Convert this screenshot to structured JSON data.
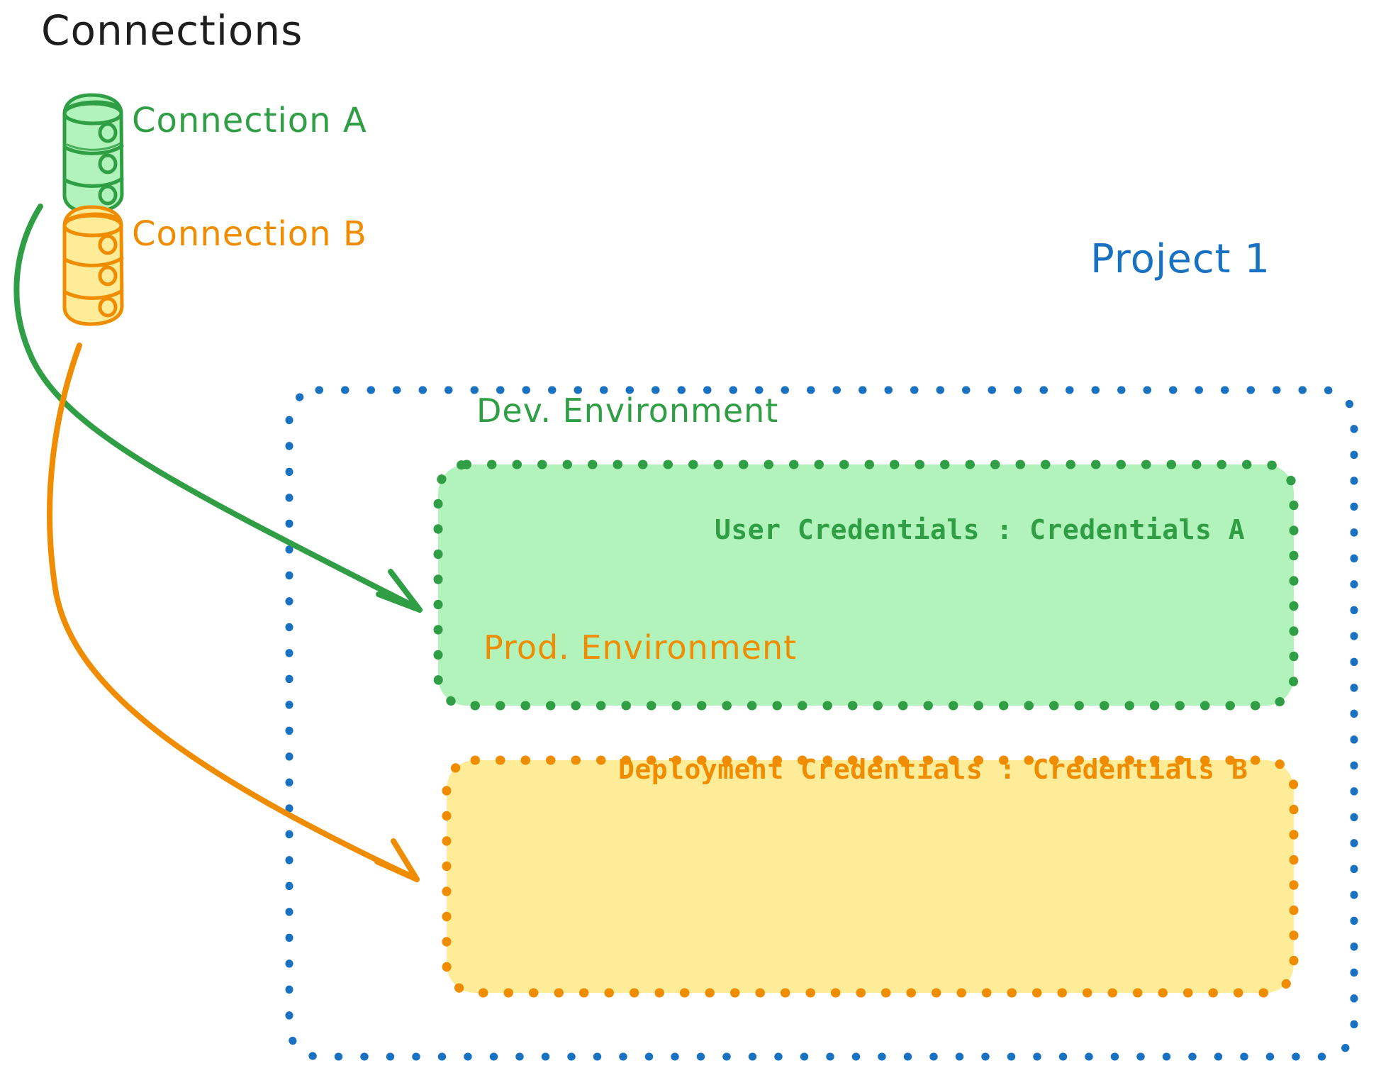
{
  "diagram": {
    "title": "Connections",
    "colors": {
      "ink": "#1e1e1e",
      "green_stroke": "#2f9e44",
      "green_fill": "#b2f2bb",
      "orange_stroke": "#f08c00",
      "orange_fill": "#ffec99",
      "blue_stroke": "#1971c2",
      "background": "#ffffff"
    },
    "connections": [
      {
        "id": "connection-a",
        "label": "Connection A",
        "icon": "database-icon",
        "color": "#2f9e44",
        "target": "dev-environment"
      },
      {
        "id": "connection-b",
        "label": "Connection B",
        "icon": "database-icon",
        "color": "#f08c00",
        "target": "prod-environment"
      }
    ],
    "project": {
      "label": "Project 1",
      "color": "#1971c2",
      "border_style": "dotted",
      "environments": [
        {
          "id": "dev-environment",
          "title": "Dev. Environment",
          "credentials_label": "User Credentials",
          "credentials_value": "Credentials A",
          "credentials_text": "User Credentials : Credentials A",
          "stroke": "#2f9e44",
          "fill": "#b2f2bb",
          "border_style": "dotted"
        },
        {
          "id": "prod-environment",
          "title": "Prod. Environment",
          "credentials_label": "Deployment Credentials",
          "credentials_value": "Credentials B",
          "credentials_text": "Deployment Credentials : Credentials B",
          "stroke": "#f08c00",
          "fill": "#ffec99",
          "border_style": "dotted"
        }
      ]
    },
    "arrows": [
      {
        "id": "arrow-connection-a-to-dev",
        "from": "connection-a",
        "to": "dev-environment",
        "color": "#2f9e44"
      },
      {
        "id": "arrow-connection-b-to-prod",
        "from": "connection-b",
        "to": "prod-environment",
        "color": "#f08c00"
      }
    ]
  }
}
